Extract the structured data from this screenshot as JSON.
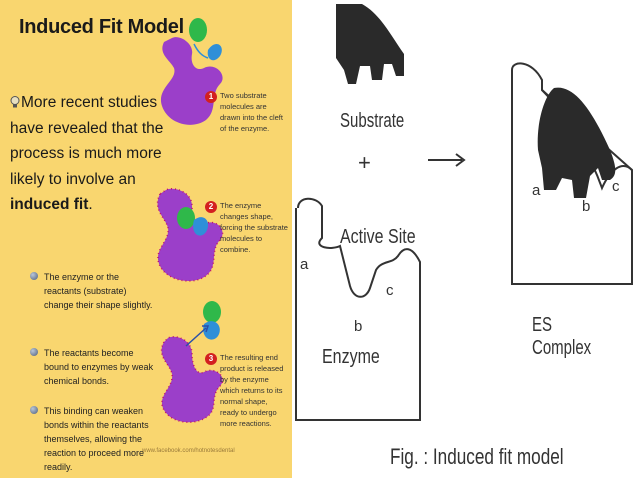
{
  "left_panel": {
    "title": "Induced Fit Model",
    "intro_text": "More recent studies have revealed that the process is much more likely to involve an",
    "intro_bold": "induced fit",
    "intro_end": ".",
    "bullets": [
      "The enzyme or the reactants (substrate) change their shape slightly.",
      "The reactants become bound to enzymes by weak chemical bonds.",
      "This binding can weaken bonds within the reactants themselves, allowing the reaction to proceed more readily."
    ],
    "steps": [
      {
        "num": "1",
        "text": "Two substrate molecules are drawn into the cleft of the enzyme."
      },
      {
        "num": "2",
        "text": "The enzyme changes shape, forcing the substrate molecules to combine."
      },
      {
        "num": "3",
        "text": "The resulting end product is released by the enzyme which returns to its normal shape, ready to undergo more reactions."
      }
    ],
    "credit": "www.facebook.com/hotnotesdental",
    "colors": {
      "background": "#f9d66f",
      "enzyme": "#9b3fc9",
      "substrate_green": "#2fb84a",
      "substrate_blue": "#2f8fd8",
      "step_badge": "#d32020"
    }
  },
  "right_panel": {
    "substrate_label": "Substrate",
    "plus": "+",
    "arrow": "⟶",
    "active_site_label": "Active Site",
    "enzyme_label": "Enzyme",
    "site_letters": {
      "a": "a",
      "b": "b",
      "c": "c"
    },
    "complex_letters": {
      "a": "a",
      "b": "b",
      "c": "c"
    },
    "complex_label": "ES Complex",
    "caption": "Fig. : Induced fit model"
  }
}
